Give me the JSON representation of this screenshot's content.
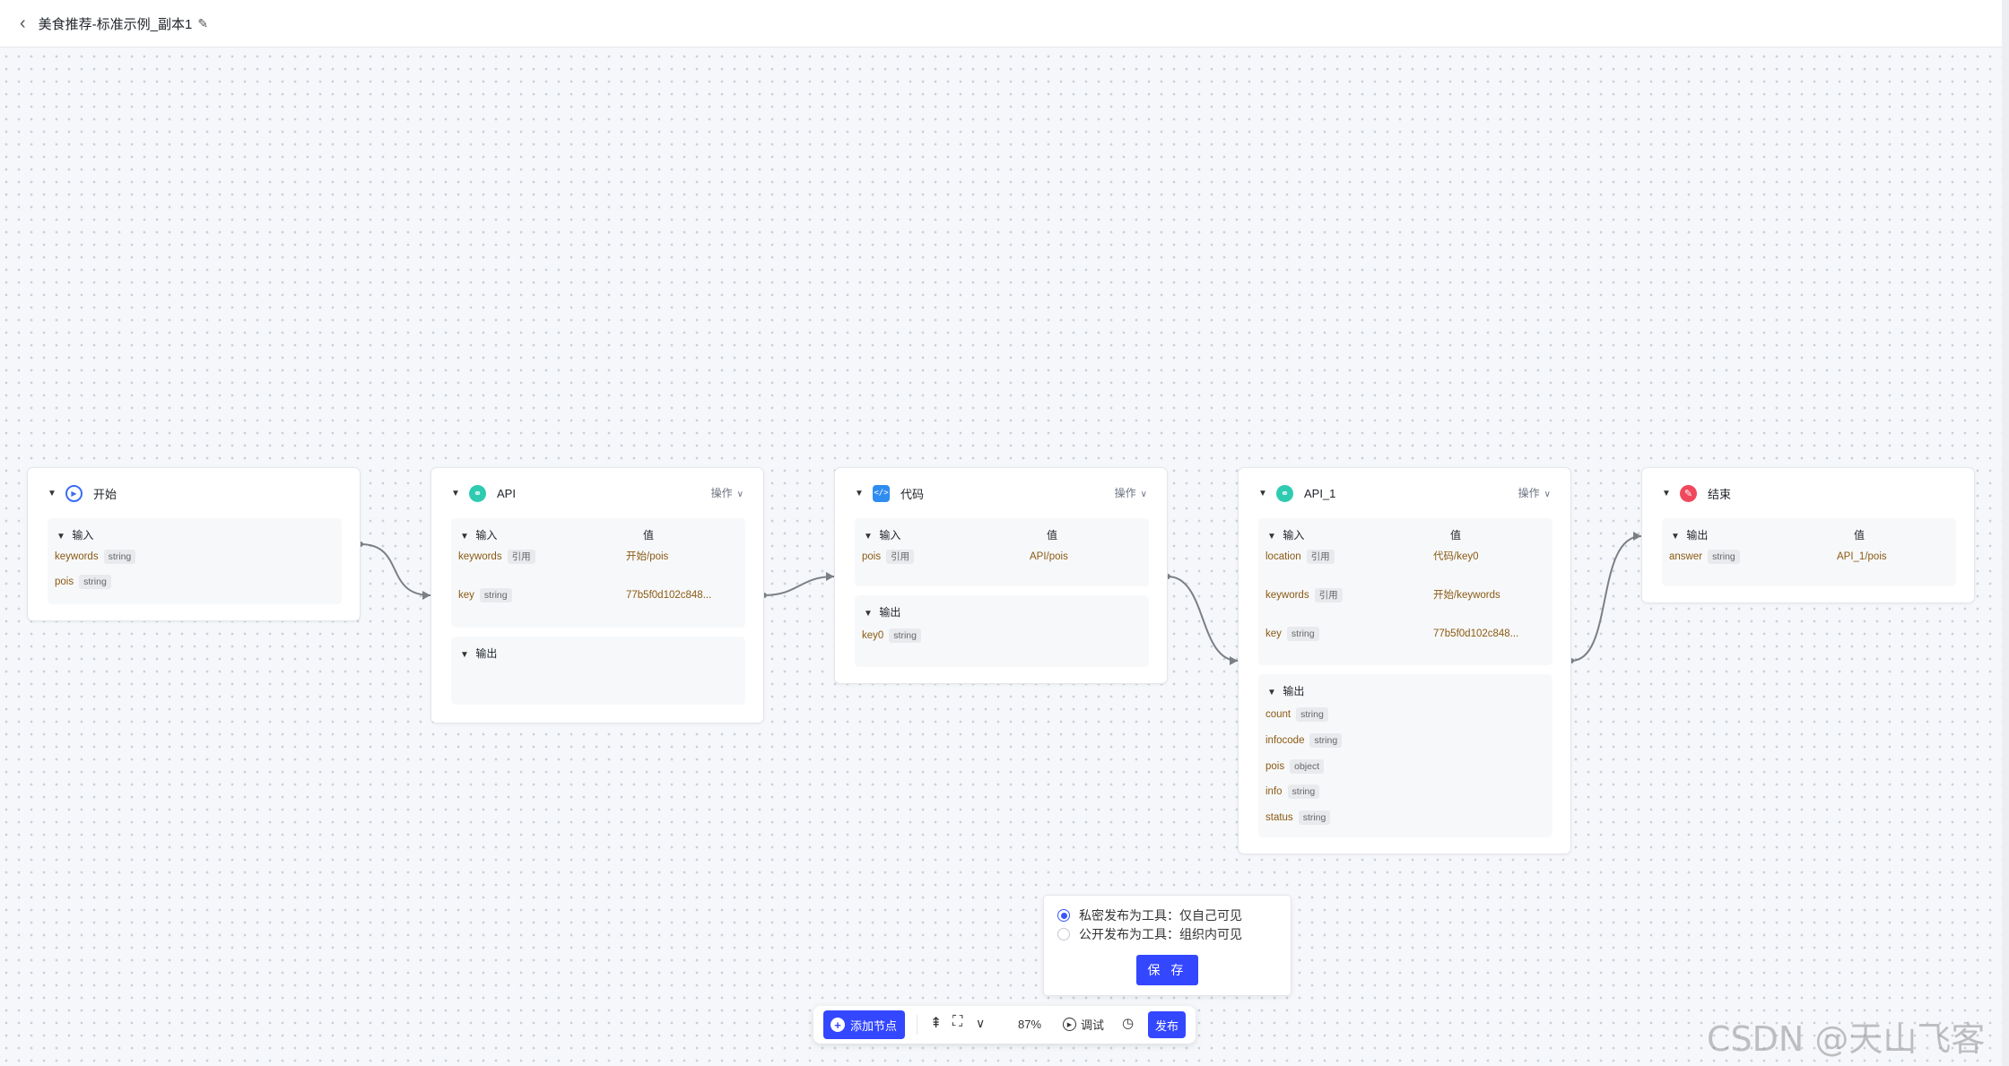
{
  "header": {
    "title": "美食推荐-标准示例_副本1",
    "back_icon": "‹",
    "edit_icon": "✎"
  },
  "nodes": {
    "start": {
      "title": "开始",
      "input_label": "输入",
      "params": [
        {
          "name": "keywords",
          "type": "string"
        },
        {
          "name": "pois",
          "type": "string"
        }
      ]
    },
    "api": {
      "title": "API",
      "ops_label": "操作",
      "input_label": "输入",
      "value_header": "值",
      "params": [
        {
          "name": "keywords",
          "type": "引用",
          "value": "开始/pois"
        },
        {
          "name": "key",
          "type": "string",
          "value": "77b5f0d102c848..."
        }
      ],
      "output_label": "输出"
    },
    "code": {
      "title": "代码",
      "ops_label": "操作",
      "input_label": "输入",
      "value_header": "值",
      "params": [
        {
          "name": "pois",
          "type": "引用",
          "value": "API/pois"
        }
      ],
      "output_label": "输出",
      "outputs": [
        {
          "name": "key0",
          "type": "string"
        }
      ]
    },
    "api1": {
      "title": "API_1",
      "ops_label": "操作",
      "input_label": "输入",
      "value_header": "值",
      "params": [
        {
          "name": "location",
          "type": "引用",
          "value": "代码/key0"
        },
        {
          "name": "keywords",
          "type": "引用",
          "value": "开始/keywords"
        },
        {
          "name": "key",
          "type": "string",
          "value": "77b5f0d102c848..."
        }
      ],
      "output_label": "输出",
      "outputs": [
        {
          "name": "count",
          "type": "string"
        },
        {
          "name": "infocode",
          "type": "string"
        },
        {
          "name": "pois",
          "type": "object"
        },
        {
          "name": "info",
          "type": "string"
        },
        {
          "name": "status",
          "type": "string"
        }
      ]
    },
    "end": {
      "title": "结束",
      "output_label": "输出",
      "value_header": "值",
      "params": [
        {
          "name": "answer",
          "type": "string",
          "value": "API_1/pois"
        }
      ]
    }
  },
  "publish_panel": {
    "option_private": "私密发布为工具：仅自己可见",
    "option_public": "公开发布为工具：组织内可见",
    "selected": "private",
    "save_label": "保 存"
  },
  "toolbar": {
    "add_node_label": "添加节点",
    "zoom_level": "87%",
    "debug_label": "调试",
    "publish_label": "发布"
  },
  "watermark": "CSDN @天山飞客",
  "colors": {
    "primary": "#3347ff",
    "param_name": "#8a5a12",
    "api_icon": "#2ecbb1",
    "code_icon": "#2f8cf0",
    "end_icon": "#f0485d",
    "start_icon": "#3b6cf6"
  }
}
